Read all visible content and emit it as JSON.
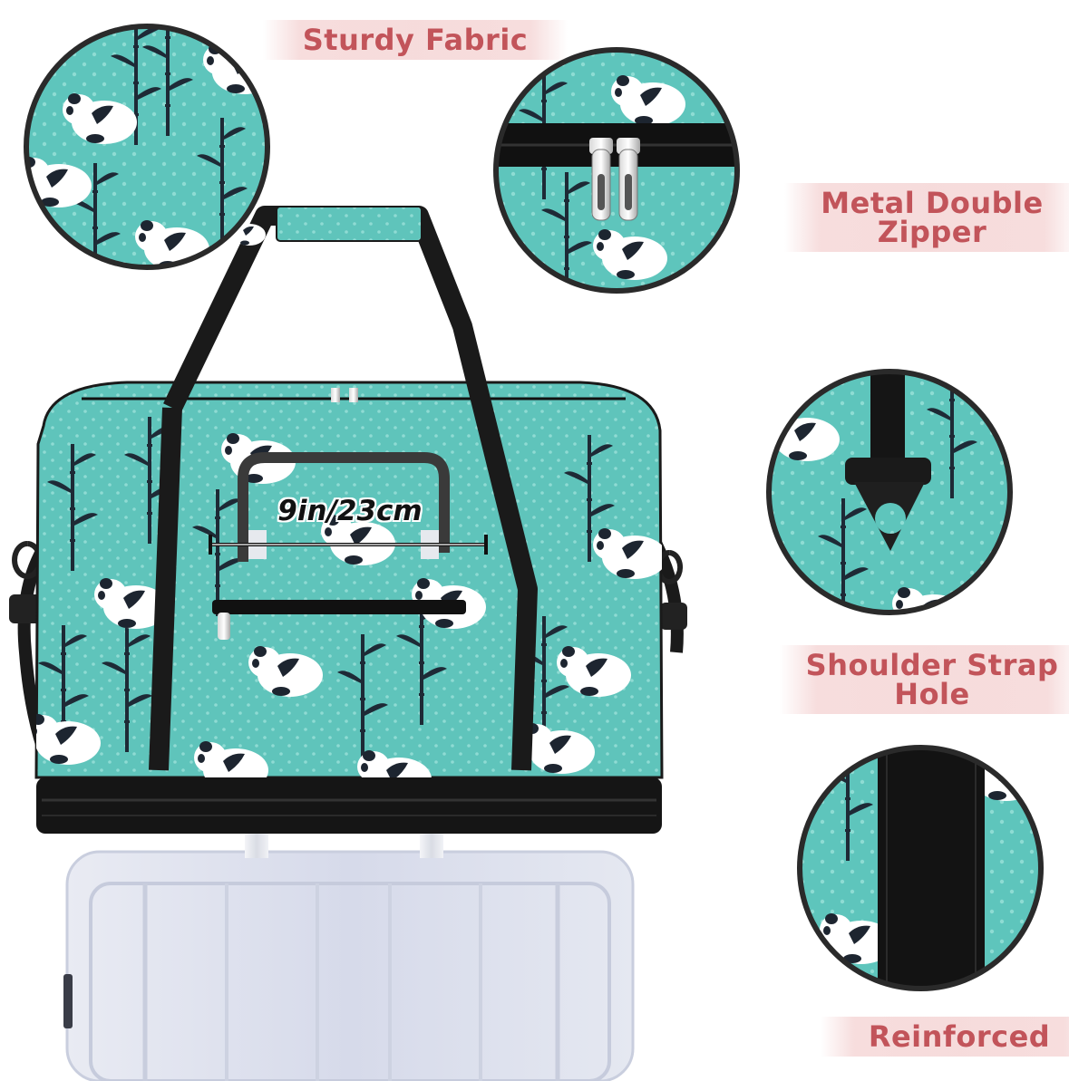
{
  "callouts": {
    "sturdy_fabric": "Sturdy Fabric",
    "metal_zipper_line1": "Metal Double",
    "metal_zipper_line2": "Zipper",
    "strap_hole_line1": "Shoulder Strap",
    "strap_hole_line2": "Hole",
    "reinforced": "Reinforced"
  },
  "dimension": {
    "label": "9in/23cm"
  },
  "colors": {
    "fabric_teal": "#5fc4bb",
    "strap_black": "#1a1a1a",
    "callout_text": "#c2545a",
    "callout_bg": "#f5d5d5",
    "suitcase": "#dfe3ef"
  }
}
